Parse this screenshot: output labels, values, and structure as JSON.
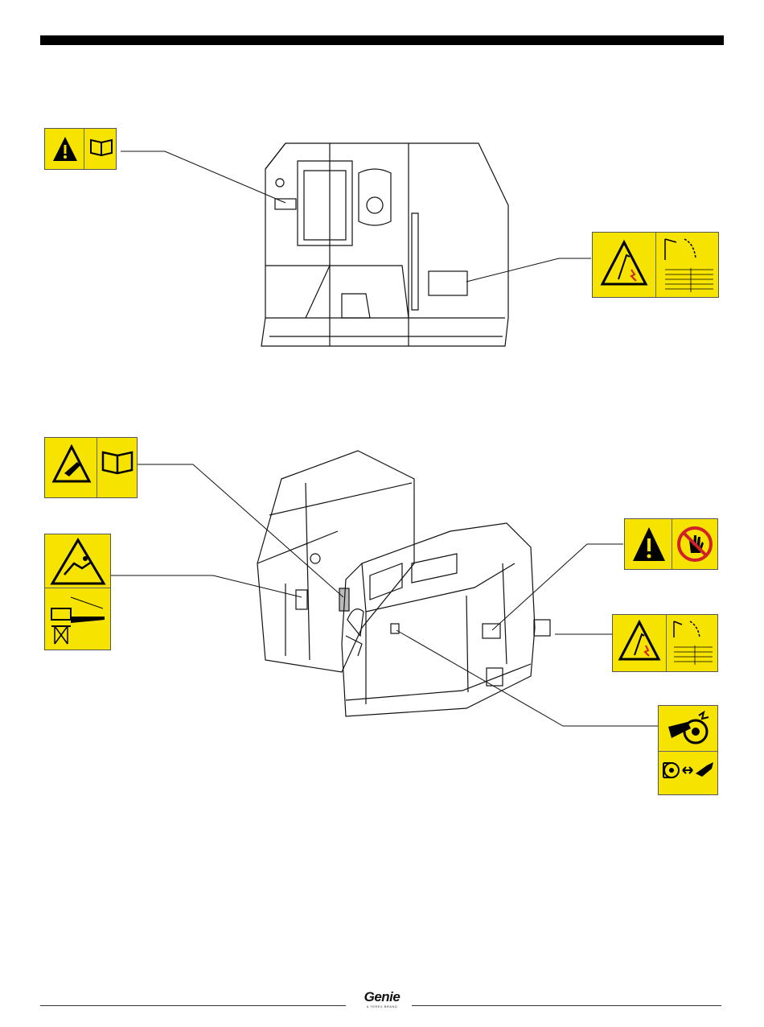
{
  "header": {
    "bar_color": "#000000"
  },
  "footer": {
    "brand_name": "Genie",
    "brand_tagline": "A TEREX BRAND"
  },
  "colors": {
    "decal_yellow": "#f7e300",
    "decal_black": "#000000",
    "prohibition_red": "#d0202a"
  },
  "decals": [
    {
      "id": "top-left",
      "icons": [
        "warning-icon",
        "manual-icon"
      ]
    },
    {
      "id": "top-right",
      "icons": [
        "electrocution-icon",
        "clearance-table-icon"
      ]
    },
    {
      "id": "mid-left-upper",
      "icons": [
        "tip-over-icon",
        "manual-icon"
      ]
    },
    {
      "id": "mid-left-lower",
      "icons": [
        "fall-hazard-icon",
        "platform-icon"
      ]
    },
    {
      "id": "right-upper",
      "icons": [
        "warning-icon",
        "no-hand-icon"
      ]
    },
    {
      "id": "right-middle",
      "icons": [
        "electrocution-icon",
        "clearance-table-icon"
      ]
    },
    {
      "id": "right-lower",
      "icons": [
        "crush-hazard-icon",
        "keep-clear-icon"
      ]
    }
  ]
}
